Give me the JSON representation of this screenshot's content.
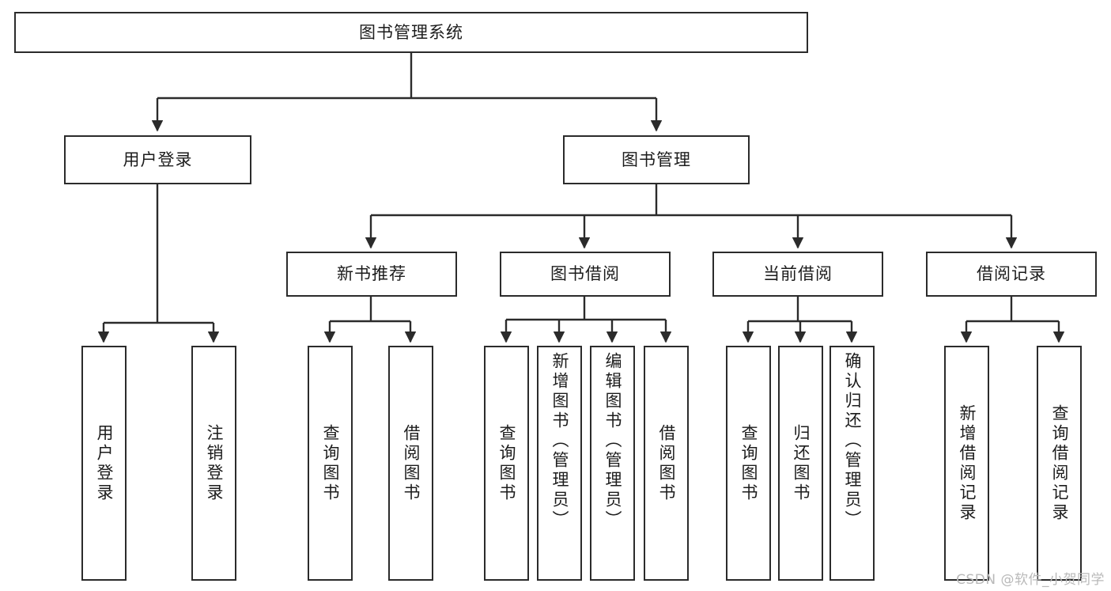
{
  "diagram": {
    "title": "图书管理系统",
    "type": "tree-hierarchy",
    "watermark": "CSDN @软件_小贺同学",
    "colors": {
      "background": "#ffffff",
      "box_border": "#2b2b2b",
      "box_fill": "#ffffff",
      "edge": "#2b2b2b",
      "text": "#1c1c1c",
      "watermark": "#b9b9b9"
    },
    "nodes": {
      "root": {
        "label": "图书管理系统",
        "orientation": "horizontal"
      },
      "level2": [
        {
          "id": "user-login",
          "label": "用户登录",
          "orientation": "horizontal"
        },
        {
          "id": "book-manage",
          "label": "图书管理",
          "orientation": "horizontal"
        }
      ],
      "level3": [
        {
          "id": "new-book-rec",
          "label": "新书推荐",
          "orientation": "horizontal"
        },
        {
          "id": "book-borrow",
          "label": "图书借阅",
          "orientation": "horizontal"
        },
        {
          "id": "current-borrow",
          "label": "当前借阅",
          "orientation": "horizontal"
        },
        {
          "id": "borrow-record",
          "label": "借阅记录",
          "orientation": "horizontal"
        }
      ],
      "leaves": [
        {
          "id": "leaf-user-login",
          "label": "用户登录",
          "parent": "user-login",
          "orientation": "vertical"
        },
        {
          "id": "leaf-logout",
          "label": "注销登录",
          "parent": "user-login",
          "orientation": "vertical"
        },
        {
          "id": "leaf-query-book-1",
          "label": "查询图书",
          "parent": "new-book-rec",
          "orientation": "vertical"
        },
        {
          "id": "leaf-borrow-book-1",
          "label": "借阅图书",
          "parent": "new-book-rec",
          "orientation": "vertical"
        },
        {
          "id": "leaf-query-book-2",
          "label": "查询图书",
          "parent": "book-borrow",
          "orientation": "vertical"
        },
        {
          "id": "leaf-add-book",
          "label": "新增图书（管理员）",
          "parent": "book-borrow",
          "orientation": "vertical"
        },
        {
          "id": "leaf-edit-book",
          "label": "编辑图书（管理员）",
          "parent": "book-borrow",
          "orientation": "vertical"
        },
        {
          "id": "leaf-borrow-book-2",
          "label": "借阅图书",
          "parent": "book-borrow",
          "orientation": "vertical"
        },
        {
          "id": "leaf-query-book-3",
          "label": "查询图书",
          "parent": "current-borrow",
          "orientation": "vertical"
        },
        {
          "id": "leaf-return-book",
          "label": "归还图书",
          "parent": "current-borrow",
          "orientation": "vertical"
        },
        {
          "id": "leaf-confirm-return",
          "label": "确认归还（管理员）",
          "parent": "current-borrow",
          "orientation": "vertical"
        },
        {
          "id": "leaf-add-record",
          "label": "新增借阅记录",
          "parent": "borrow-record",
          "orientation": "vertical"
        },
        {
          "id": "leaf-query-record",
          "label": "查询借阅记录",
          "parent": "borrow-record",
          "orientation": "vertical"
        }
      ]
    }
  }
}
